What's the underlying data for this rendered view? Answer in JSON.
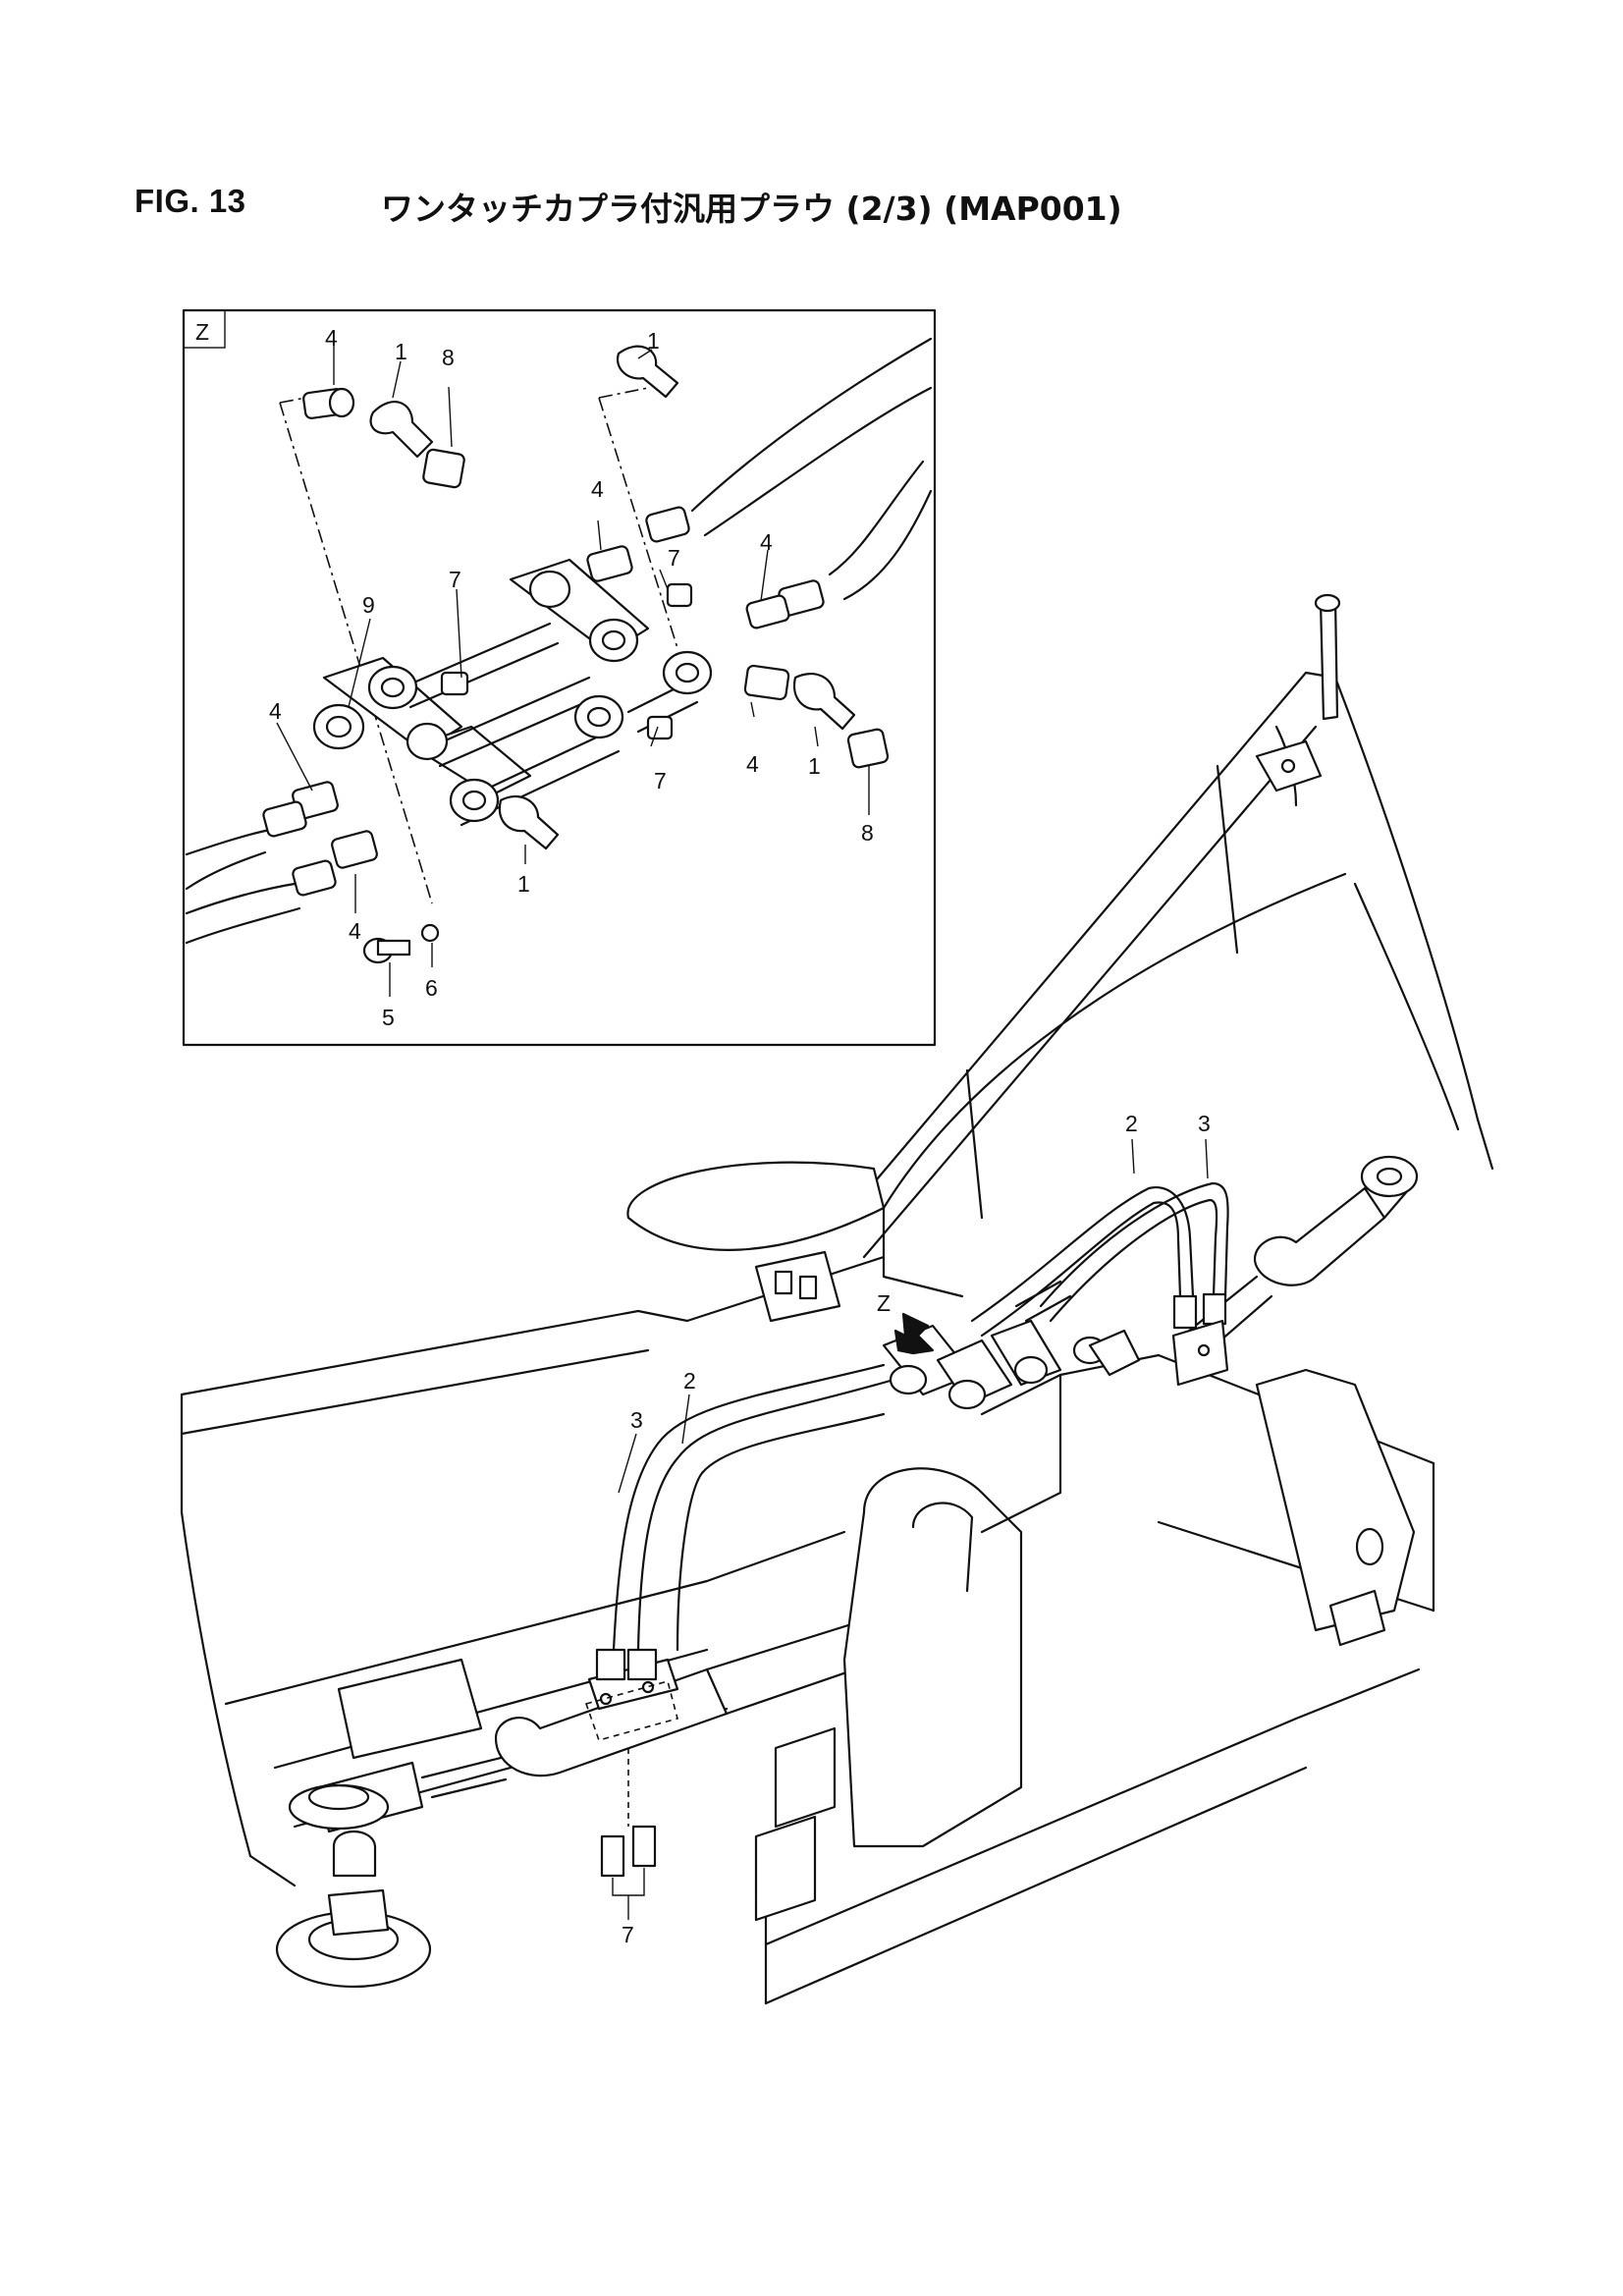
{
  "header": {
    "figure_number": "FIG. 13",
    "caption": "ワンタッチカプラ付汎用プラウ (2/3) (MAP001)"
  },
  "detail_view": {
    "view_letter": "Z",
    "callouts": [
      {
        "id": "inset-4a",
        "text": "4"
      },
      {
        "id": "inset-1a",
        "text": "1"
      },
      {
        "id": "inset-8a",
        "text": "8"
      },
      {
        "id": "inset-1b",
        "text": "1"
      },
      {
        "id": "inset-4b",
        "text": "4"
      },
      {
        "id": "inset-7a",
        "text": "7"
      },
      {
        "id": "inset-4c",
        "text": "4"
      },
      {
        "id": "inset-9",
        "text": "9"
      },
      {
        "id": "inset-7b",
        "text": "7"
      },
      {
        "id": "inset-4d",
        "text": "4"
      },
      {
        "id": "inset-7c",
        "text": "7"
      },
      {
        "id": "inset-4e",
        "text": "4"
      },
      {
        "id": "inset-1c",
        "text": "1"
      },
      {
        "id": "inset-8b",
        "text": "8"
      },
      {
        "id": "inset-1d",
        "text": "1"
      },
      {
        "id": "inset-4f",
        "text": "4"
      },
      {
        "id": "inset-6",
        "text": "6"
      },
      {
        "id": "inset-5",
        "text": "5"
      }
    ]
  },
  "main_view": {
    "view_pointer_label": "Z",
    "callouts": [
      {
        "id": "main-2a",
        "text": "2"
      },
      {
        "id": "main-3a",
        "text": "3"
      },
      {
        "id": "main-2b",
        "text": "2"
      },
      {
        "id": "main-3b",
        "text": "3"
      },
      {
        "id": "main-7",
        "text": "7"
      }
    ]
  }
}
